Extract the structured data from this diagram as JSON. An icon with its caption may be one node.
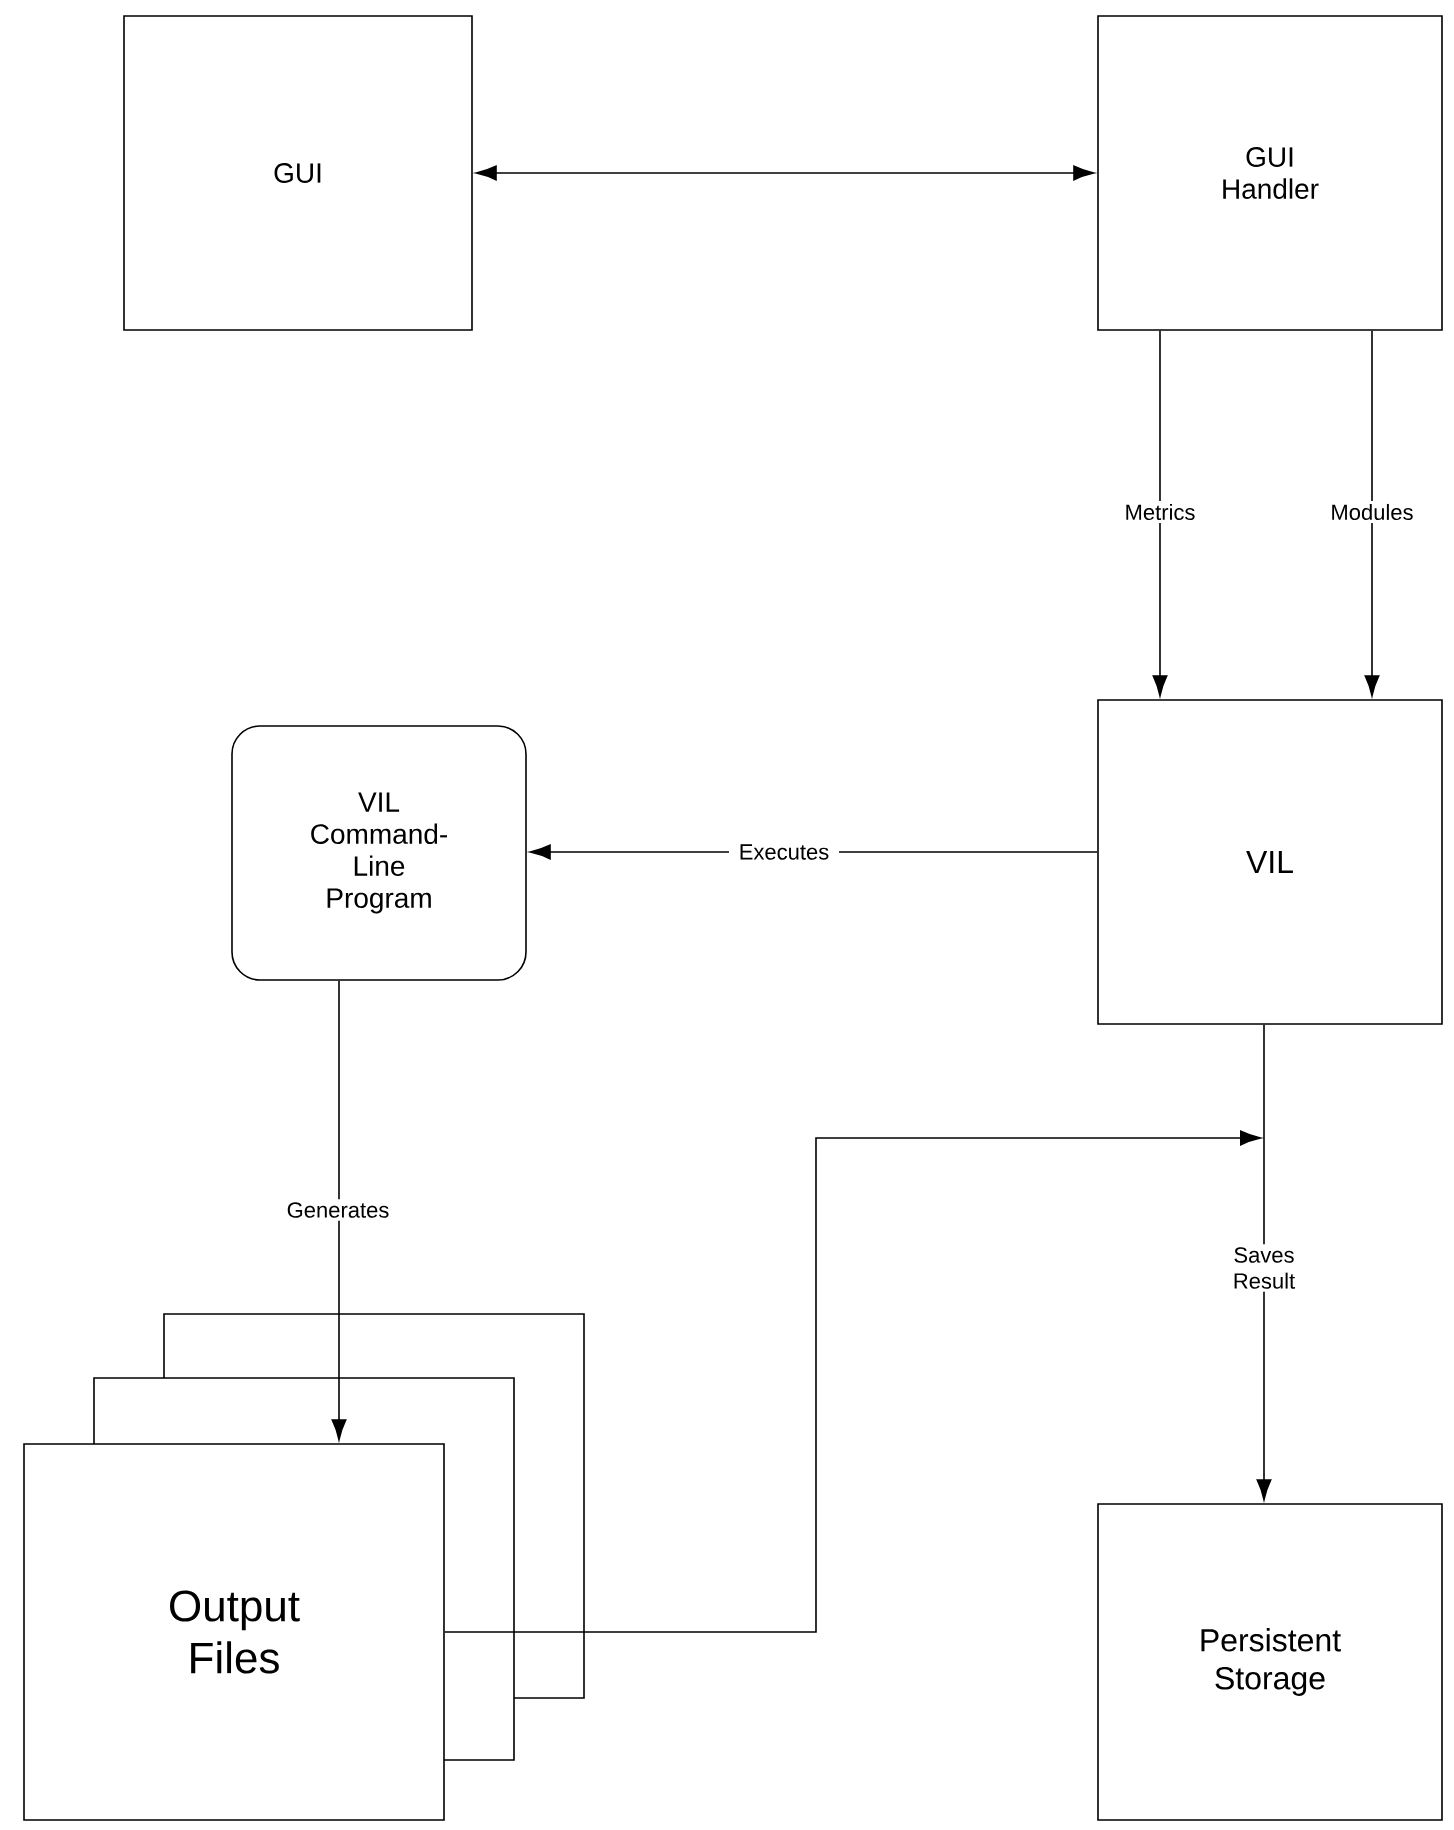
{
  "diagram": {
    "nodes": [
      {
        "text": [
          "GUI"
        ]
      },
      {
        "text": [
          "GUI Handler"
        ]
      },
      {
        "text": [
          "VIL Command-Line Program"
        ]
      },
      {
        "text": [
          "VIL"
        ]
      },
      {
        "text": [
          "Output Files"
        ]
      },
      {
        "text": [
          "Persistent Storage"
        ]
      }
    ],
    "edges": [
      {
        "from": 0,
        "to": 1,
        "arrow": "both"
      },
      {
        "from": 1,
        "to": 3,
        "arrow": "to",
        "label": "Metrics"
      },
      {
        "from": 1,
        "to": 3,
        "arrow": "to",
        "label": "Modules"
      },
      {
        "from": 3,
        "to": 2,
        "arrow": "to",
        "label": "Executes"
      },
      {
        "from": 2,
        "to": 4,
        "arrow": "to",
        "label": "Generates"
      },
      {
        "from": 3,
        "to": 5,
        "arrow": "to",
        "label": "Saves Result"
      },
      {
        "from": 4,
        "to": null,
        "arrow": "to"
      }
    ]
  }
}
